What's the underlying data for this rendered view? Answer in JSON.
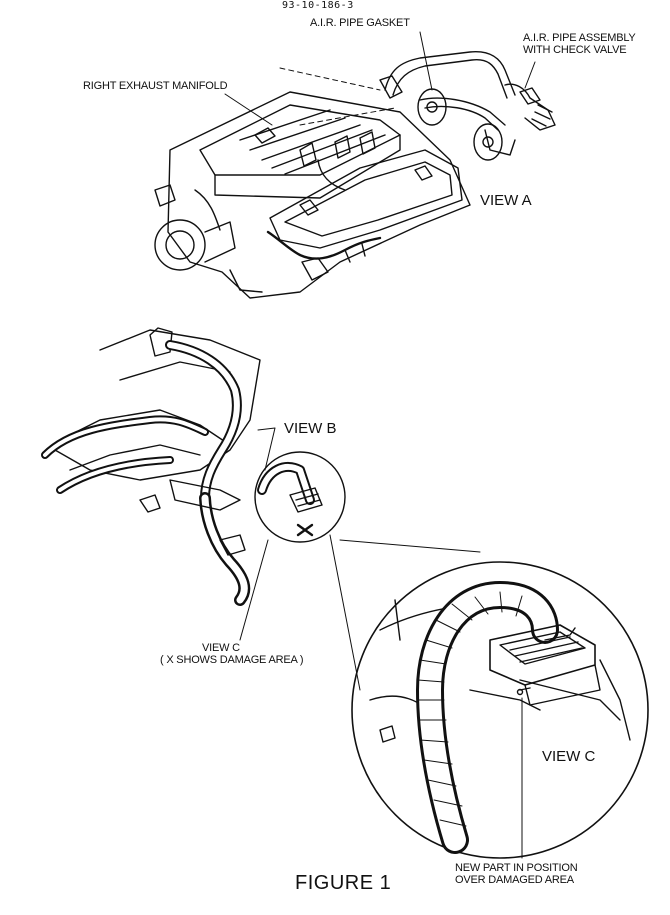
{
  "document_id": "93-10-186-3",
  "figure_title": "FIGURE 1",
  "callouts": {
    "air_pipe_gasket": "A.I.R. PIPE GASKET",
    "air_pipe_assembly_line1": "A.I.R. PIPE ASSEMBLY",
    "air_pipe_assembly_line2": "WITH CHECK VALVE",
    "right_exhaust_manifold": "RIGHT EXHAUST MANIFOLD",
    "view_c_note_line1": "VIEW C",
    "view_c_note_line2": "( X SHOWS DAMAGE AREA )",
    "new_part_line1": "NEW PART IN POSITION",
    "new_part_line2": "OVER DAMAGED AREA"
  },
  "views": {
    "a": "VIEW A",
    "b": "VIEW B",
    "c": "VIEW C"
  },
  "colors": {
    "ink": "#111111",
    "paper": "#ffffff"
  }
}
